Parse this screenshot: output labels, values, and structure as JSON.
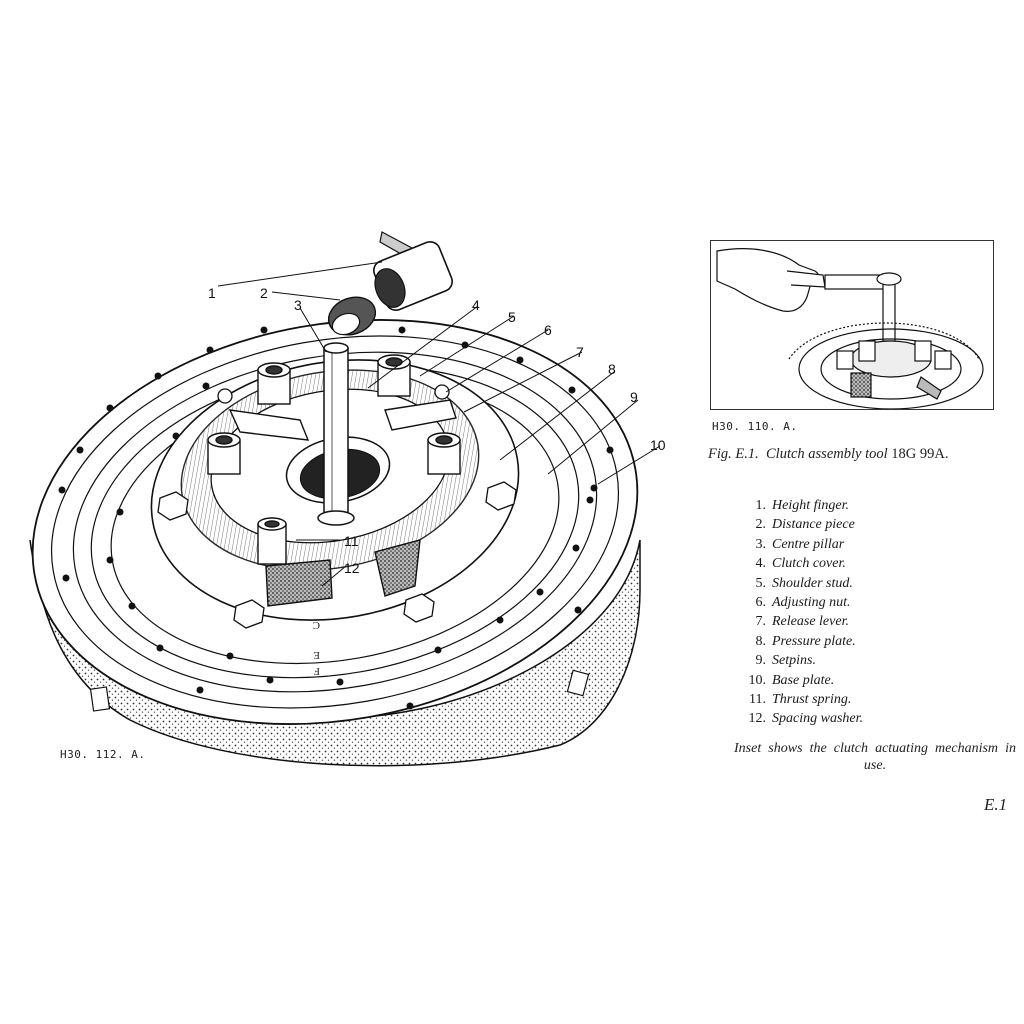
{
  "figure": {
    "main_reference": "H30. 112. A.",
    "inset_reference": "H30. 110. A.",
    "caption_prefix": "Fig. E.1.",
    "caption_text": "Clutch assembly tool",
    "caption_tool": "18G 99A."
  },
  "callouts": [
    "1",
    "2",
    "3",
    "4",
    "5",
    "6",
    "7",
    "8",
    "9",
    "10",
    "11",
    "12"
  ],
  "plate_letters": [
    "C",
    "E",
    "F"
  ],
  "legend": [
    {
      "num": "1.",
      "label": "Height finger."
    },
    {
      "num": "2.",
      "label": "Distance piece"
    },
    {
      "num": "3.",
      "label": "Centre pillar"
    },
    {
      "num": "4.",
      "label": "Clutch cover."
    },
    {
      "num": "5.",
      "label": "Shoulder stud."
    },
    {
      "num": "6.",
      "label": "Adjusting nut."
    },
    {
      "num": "7.",
      "label": "Release lever."
    },
    {
      "num": "8.",
      "label": "Pressure plate."
    },
    {
      "num": "9.",
      "label": "Setpins."
    },
    {
      "num": "10.",
      "label": "Base plate."
    },
    {
      "num": "11.",
      "label": "Thrust spring."
    },
    {
      "num": "12.",
      "label": "Spacing washer."
    }
  ],
  "inset_note": "Inset shows the clutch actuating mechanism in use.",
  "page_number": "E.1"
}
